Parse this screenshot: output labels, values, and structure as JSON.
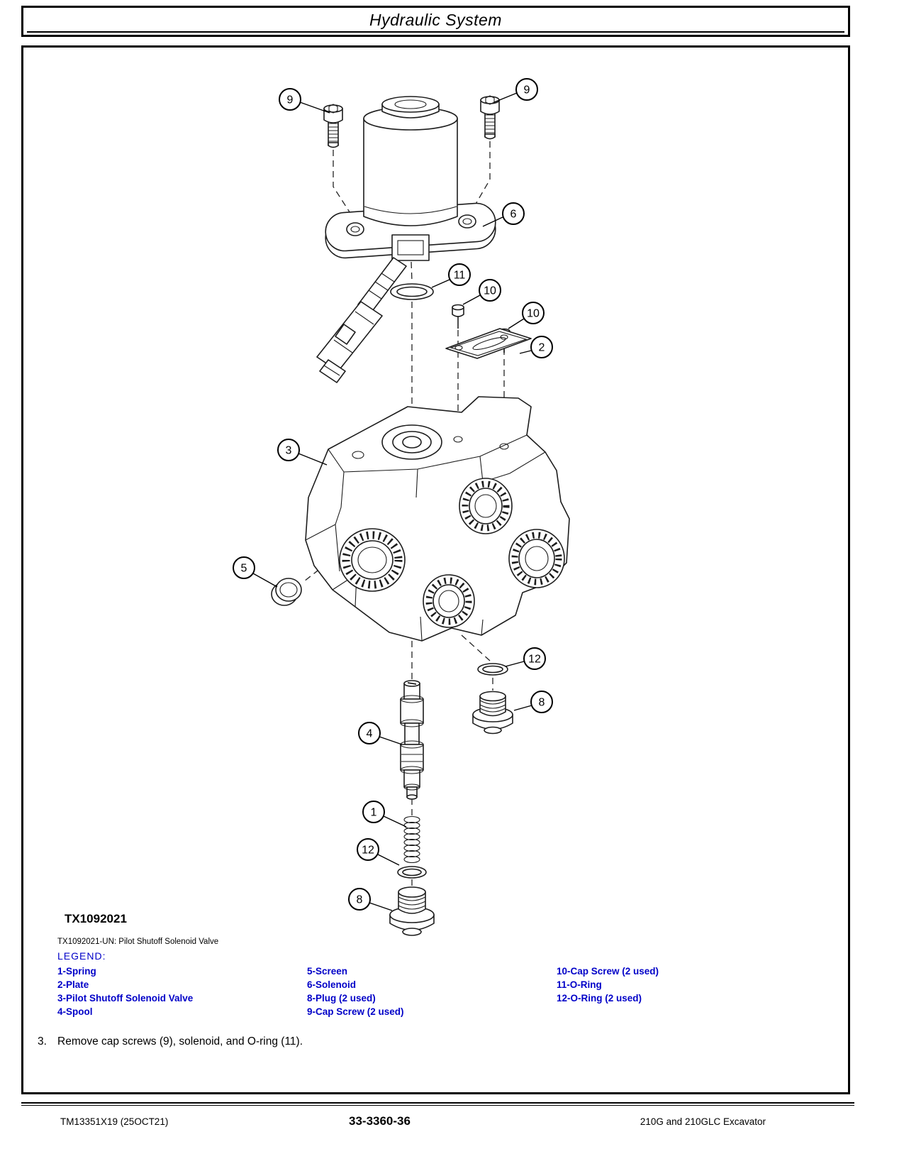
{
  "header": {
    "title": "Hydraulic System"
  },
  "figure": {
    "id": "TX1092021",
    "caption": "TX1092021-UN: Pilot Shutoff Solenoid Valve"
  },
  "diagram": {
    "callouts": [
      "9",
      "9",
      "6",
      "11",
      "10",
      "10",
      "2",
      "3",
      "5",
      "12",
      "8",
      "4",
      "1",
      "12",
      "8"
    ]
  },
  "legend": {
    "title": "LEGEND:",
    "columns": [
      [
        "1-Spring",
        "2-Plate",
        "3-Pilot Shutoff Solenoid Valve",
        "4-Spool"
      ],
      [
        "5-Screen",
        "6-Solenoid",
        "8-Plug (2 used)",
        "9-Cap Screw (2 used)"
      ],
      [
        "10-Cap Screw (2 used)",
        "11-O-Ring",
        "12-O-Ring (2 used)"
      ]
    ]
  },
  "step": {
    "number": "3.",
    "text": "Remove cap screws (9), solenoid, and O-ring (11)."
  },
  "footer": {
    "left": "TM13351X19 (25OCT21)",
    "center": "33-3360-36",
    "right": "210G and 210GLC Excavator"
  },
  "colors": {
    "legend_blue": "#0000C8"
  }
}
